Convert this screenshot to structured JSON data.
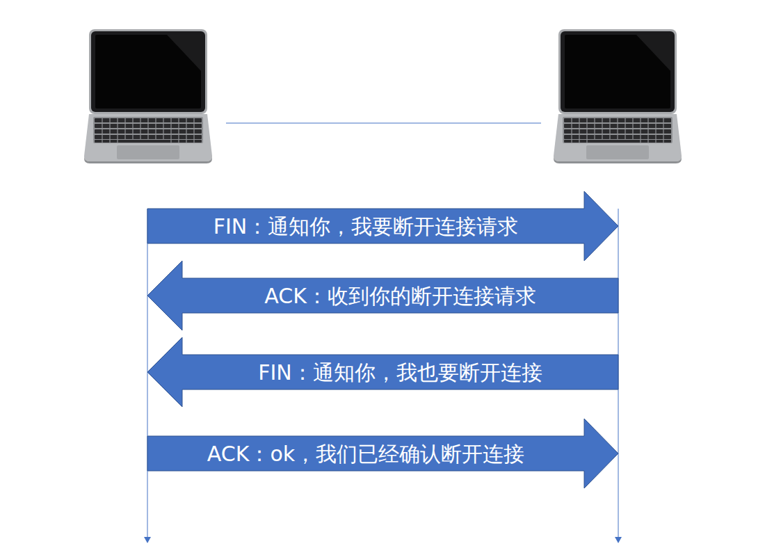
{
  "diagram": {
    "nodes": [
      {
        "text": [
          "FIN：通知你，我要断开连接请求"
        ]
      },
      {
        "text": [
          "ACK：收到你的断开连接请求"
        ]
      },
      {
        "text": [
          "FIN：通知你，我也要断开连接"
        ]
      },
      {
        "text": [
          "ACK：ok，我们已经确认断开连接"
        ]
      }
    ]
  }
}
